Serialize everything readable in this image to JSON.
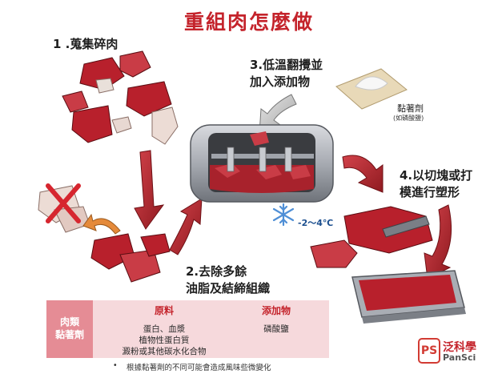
{
  "title": "重組肉怎麼做",
  "steps": {
    "s1": "1 .蒐集碎肉",
    "s2_line1": "2.去除多餘",
    "s2_line2": "油脂及結締組織",
    "s3_line1": "3.低溫翻攪並",
    "s3_line2": "加入添加物",
    "s4_line1": "4.以切塊或打",
    "s4_line2": "模進行塑形"
  },
  "binder": {
    "label": "黏著劑",
    "sub": "(如磷酸鹽)"
  },
  "temperature": "-2～4℃",
  "table": {
    "row_header_line1": "肉類",
    "row_header_line2": "黏著劑",
    "col1_header": "原料",
    "col2_header": "添加物",
    "col1_items": [
      "蛋白、血漿",
      "植物性蛋白質",
      "澱粉或其他碳水化合物"
    ],
    "col2_items": [
      "磷酸鹽"
    ]
  },
  "footnote": "根據黏著劑的不同可能會造成風味些微變化",
  "footnote_bullet": "•",
  "logo": {
    "mark": "PS",
    "name_zh": "泛科學",
    "name_en": "PanSci"
  },
  "colors": {
    "accent_red": "#c4232b",
    "meat_red": "#b8202c",
    "arrow_red": "#b2282e",
    "table_bg": "#f6d9dc",
    "table_header_bg": "#e58c95"
  }
}
